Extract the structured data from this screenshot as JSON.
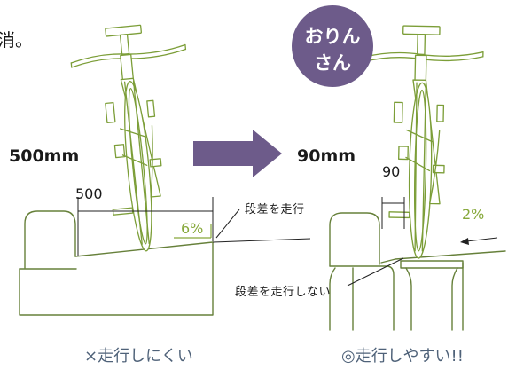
{
  "fragment_text": "消。",
  "badge": {
    "line1": "おりん",
    "line2": "さん"
  },
  "left": {
    "gap": "500mm",
    "dimension": "500",
    "slope": "6%",
    "callout": "段差を走行",
    "caption": "×走行しにくい"
  },
  "right": {
    "gap": "90mm",
    "dimension": "90",
    "slope": "2%",
    "callout": "段差を走行しない",
    "caption": "◎走行しやすい!!"
  },
  "colors": {
    "bike_green": "#7c9e38",
    "structure": "#66803a",
    "badge": "#6d5b8a",
    "arrow": "#6d5b8a",
    "caption": "#4f6279",
    "slope_label": "#86a83a"
  },
  "icons": {
    "arrow": "right-arrow-icon",
    "slope_arrow": "left-arrow-icon"
  }
}
